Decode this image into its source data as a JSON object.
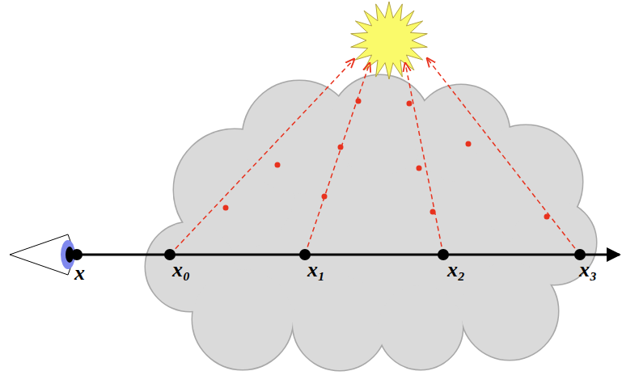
{
  "diagram": {
    "labels": [
      "x",
      "x₀",
      "x₁",
      "x₂",
      "x₃"
    ]
  }
}
